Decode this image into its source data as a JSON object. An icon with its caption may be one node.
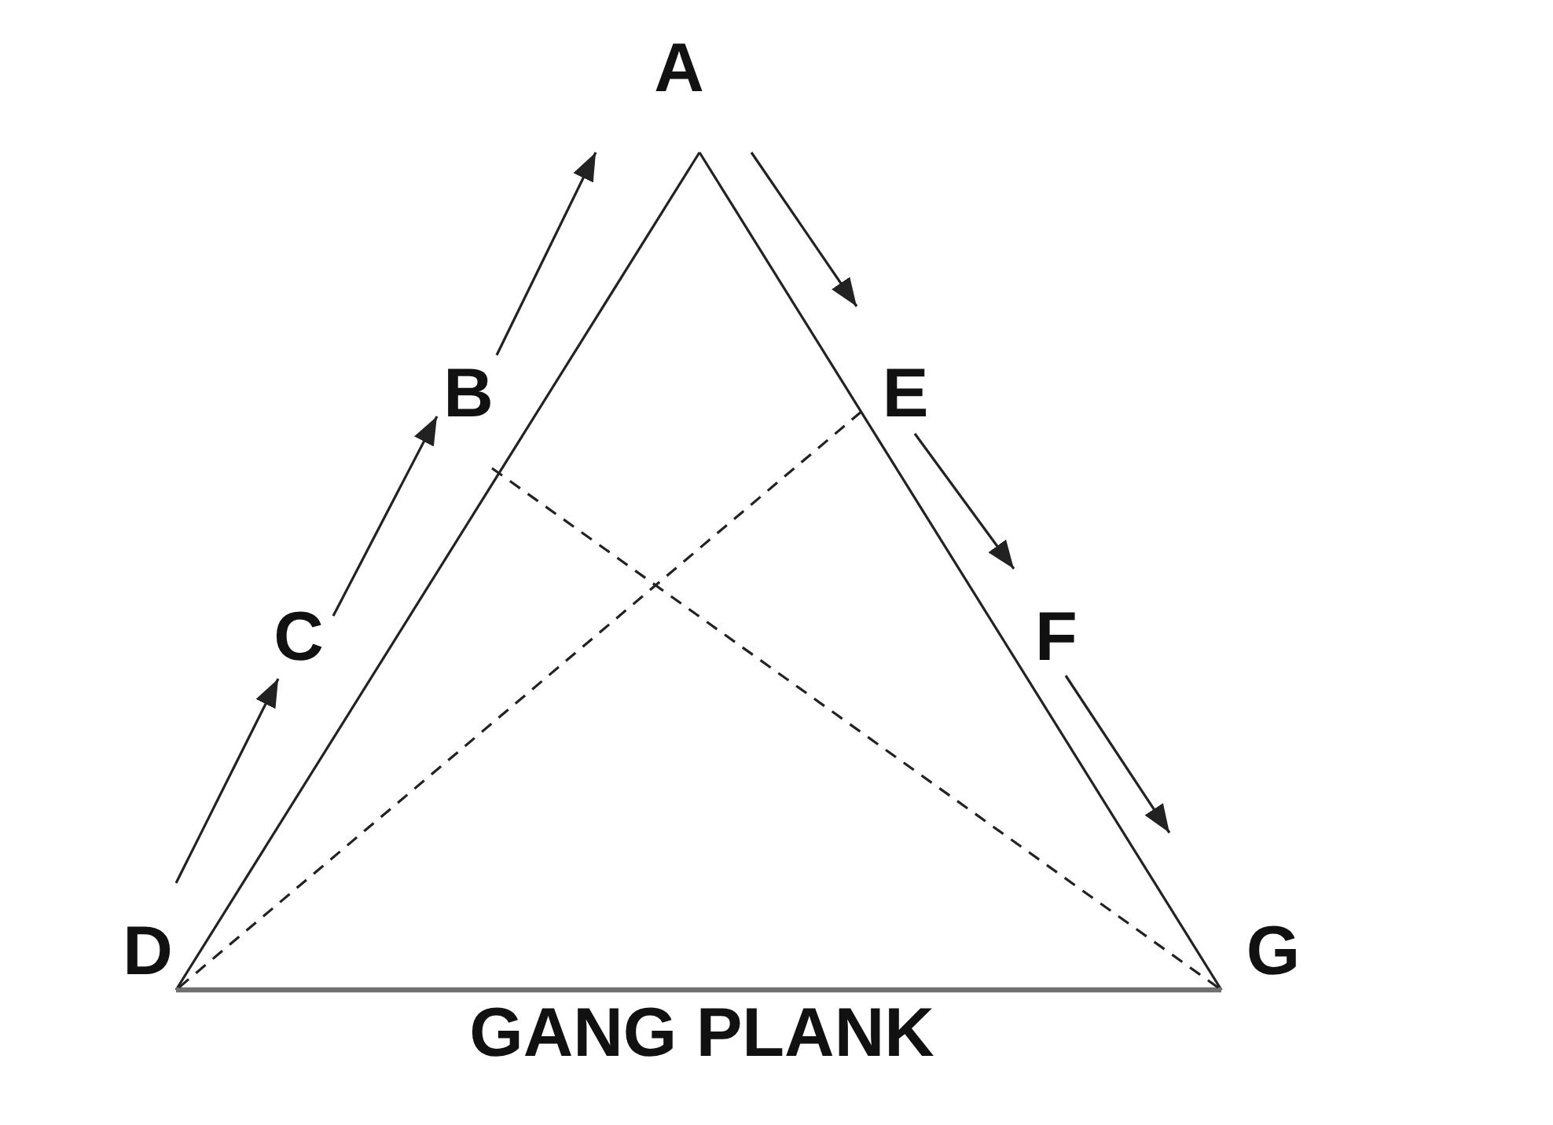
{
  "diagram": {
    "nodes": [
      {
        "text": [
          "A"
        ]
      },
      {
        "text": [
          "B"
        ]
      },
      {
        "text": [
          "E"
        ]
      },
      {
        "text": [
          "C"
        ]
      },
      {
        "text": [
          "F"
        ]
      },
      {
        "text": [
          "D"
        ]
      },
      {
        "text": [
          "G"
        ]
      }
    ],
    "edges": [
      {
        "from": 5,
        "to": 3,
        "arrow": "to"
      },
      {
        "from": 3,
        "to": 1,
        "arrow": "to"
      },
      {
        "from": 1,
        "to": 0,
        "arrow": "to"
      },
      {
        "from": 0,
        "to": 2,
        "arrow": "to"
      },
      {
        "from": 2,
        "to": 4,
        "arrow": "to"
      },
      {
        "from": 4,
        "to": 6,
        "arrow": "to"
      },
      {
        "from": 5,
        "to": 0,
        "arrow": "none"
      },
      {
        "from": 0,
        "to": 6,
        "arrow": "none"
      },
      {
        "from": 5,
        "to": 6,
        "arrow": "none",
        "label": "GANG PLANK",
        "style": "thick",
        "color": "#707070"
      },
      {
        "from": 1,
        "to": 6,
        "arrow": "none",
        "style": "dashed"
      },
      {
        "from": 2,
        "to": 5,
        "arrow": "none",
        "style": "dashed"
      }
    ]
  }
}
